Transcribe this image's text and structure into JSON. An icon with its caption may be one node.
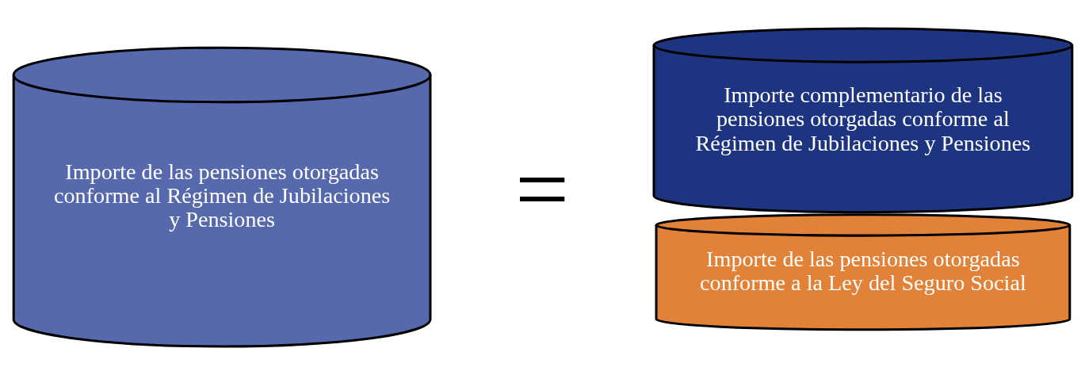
{
  "diagram": {
    "nodes": [
      {
        "text": [
          "Importe de las pensiones otorgadas conforme al Régimen de Jubilaciones y Pensiones"
        ]
      },
      {
        "text": [
          "Importe complementario de las pensiones otorgadas conforme al Régimen de Jubilaciones y Pensiones"
        ]
      },
      {
        "text": [
          "Importe de las pensiones otorgadas conforme a la Ley del Seguro Social"
        ]
      }
    ],
    "labels": [
      "="
    ]
  }
}
